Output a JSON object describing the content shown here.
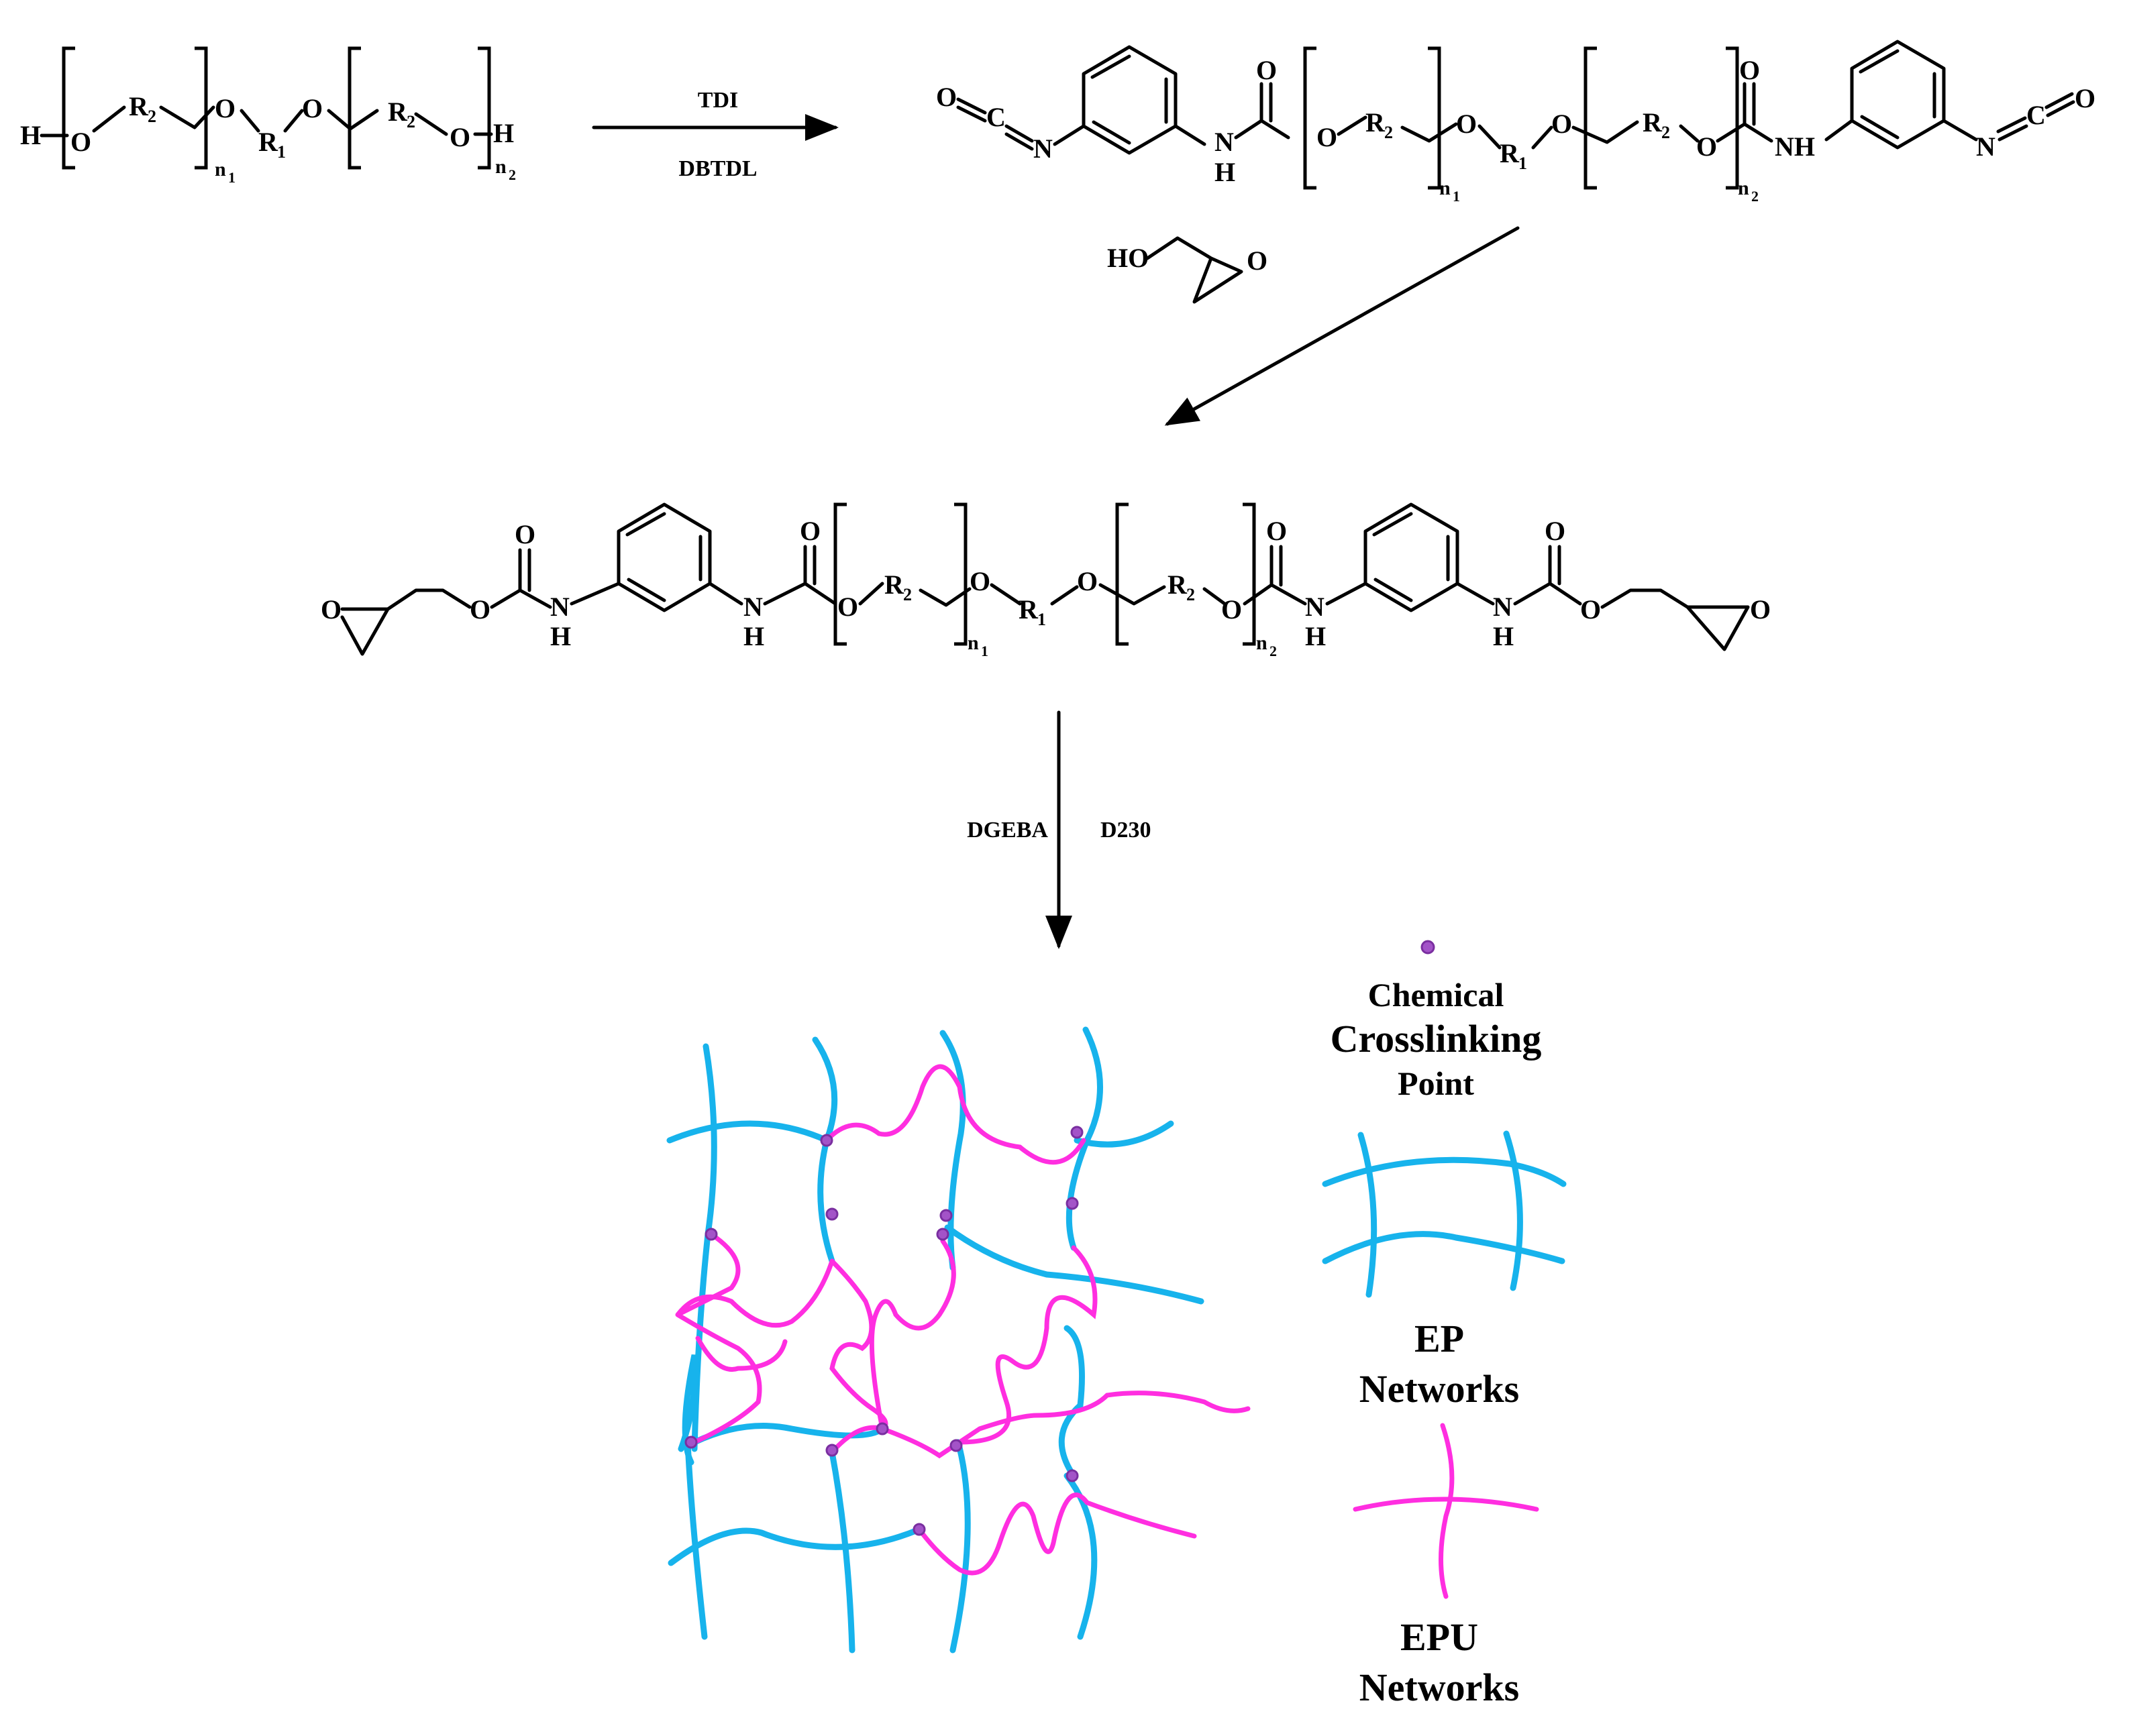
{
  "reaction1": {
    "reagent_top": "TDI",
    "reagent_bottom": "DBTDL"
  },
  "reaction2": {
    "reagent": "HO"
  },
  "reaction3": {
    "reagent_left": "DGEBA",
    "reagent_right": "D230"
  },
  "atoms": {
    "H": "H",
    "O": "O",
    "N": "N",
    "C": "C",
    "NH": "NH",
    "R1": "R",
    "R1_sub": "1",
    "R2": "R",
    "R2_sub": "2",
    "n1": "n",
    "n1_sub": "1",
    "n2": "n",
    "n2_sub": "2"
  },
  "legend": {
    "crosslink_label": [
      "Chemical",
      "Crosslinking",
      "Point"
    ],
    "ep_label": [
      "EP",
      "Networks"
    ],
    "epu_label": [
      "EPU",
      "Networks"
    ]
  },
  "colors": {
    "ep_network": "#17b3ec",
    "epu_network": "#ff2ee0",
    "crosslink_point": "#a353c8"
  }
}
